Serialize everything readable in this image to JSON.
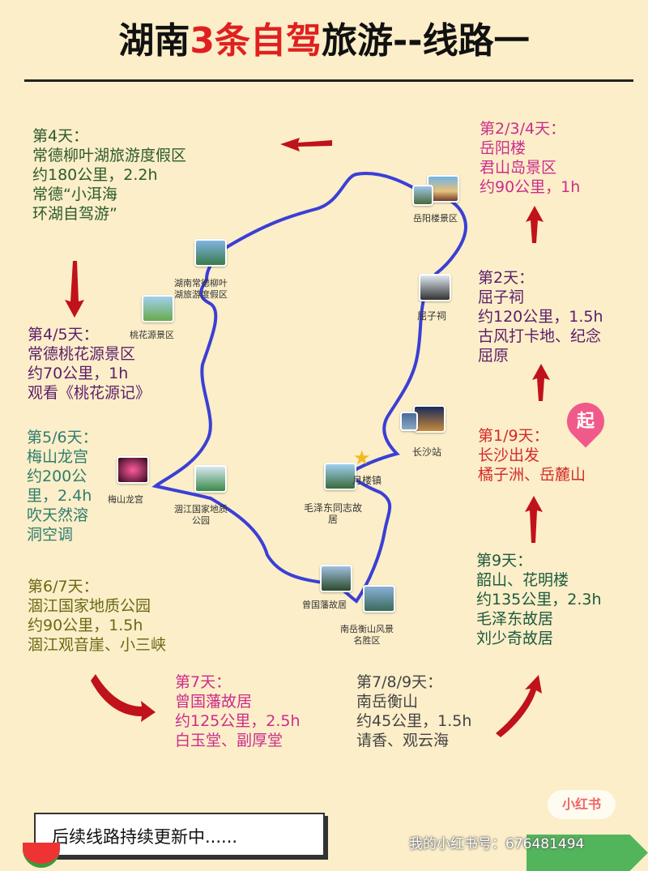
{
  "title": {
    "prefix": "湖南",
    "highlight": "3条自驾",
    "suffix": "旅游--线路一"
  },
  "days": {
    "d4": [
      "第4天：",
      "常德柳叶湖旅游度假区",
      "约180公里，2.2h",
      "常德“小洱海",
      "环湖自驾游”"
    ],
    "d234": [
      "第2/3/4天：",
      "岳阳楼",
      "君山岛景区",
      "约90公里，1h"
    ],
    "d2": [
      "第2天：",
      "屈子祠",
      "约120公里，1.5h",
      "古风打卡地、纪念",
      "屈原"
    ],
    "d45": [
      "第4/5天：",
      "常德桃花源景区",
      "约70公里，1h",
      "观看《桃花源记》"
    ],
    "d19": [
      "第1/9天：",
      "长沙出发",
      "橘子洲、岳麓山"
    ],
    "d56": [
      "第5/6天：",
      "梅山龙宫",
      "约200公",
      "里，2.4h",
      "吹天然溶",
      "洞空调"
    ],
    "d9": [
      "第9天：",
      "韶山、花明楼",
      "约135公里，2.3h",
      "毛泽东故居",
      "刘少奇故居"
    ],
    "d67": [
      "第6/7天：",
      "涸江国家地质公园",
      "约90公里，1.5h",
      "涸江观音崖、小三峡"
    ],
    "d7": [
      "第7天：",
      "曾国藩故居",
      "约125公里，2.5h",
      "白玉堂、副厚堂"
    ],
    "d789": [
      "第7/8/9天：",
      "南岳衡山",
      "约45公里，1.5h",
      "请香、观云海"
    ]
  },
  "places": {
    "yueyang": "岳阳楼景区",
    "changde": [
      "湖南常德柳叶",
      "湖旅游度假区"
    ],
    "taohua": "桃花源景区",
    "quzi": "屈子祠",
    "changsha": "长沙站",
    "yuelou": "月楼镇",
    "maohome": [
      "毛泽东同志故",
      "居"
    ],
    "meishan": "梅山龙宫",
    "lianjiang": [
      "涸江国家地质",
      "公园"
    ],
    "zeng": "曾国藩故居",
    "hengshan": [
      "南岳衡山风景",
      "名胜区"
    ]
  },
  "start_pin": "起",
  "footer": "后续线路持续更新中......",
  "watermark": {
    "logo": "小红书",
    "text": "我的小红书号：676481494"
  },
  "colors": {
    "route": "#3b3fd6",
    "arrow": "#c0121b",
    "accent": "#e02020"
  }
}
